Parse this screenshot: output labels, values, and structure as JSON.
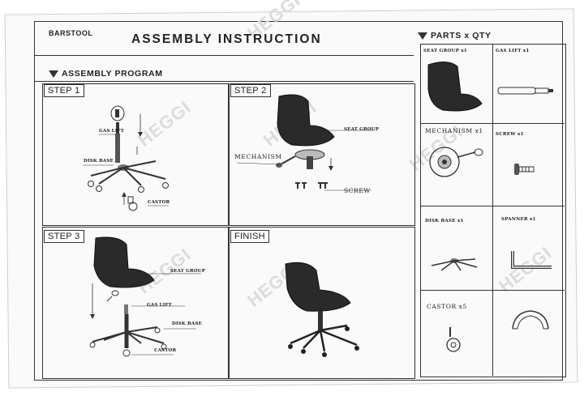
{
  "header": {
    "product": "BARSTOOL",
    "title": "ASSEMBLY INSTRUCTION"
  },
  "program": {
    "heading": "ASSEMBLY PROGRAM",
    "steps": [
      {
        "tag": "STEP 1",
        "labels": {
          "gas_lift": "GAS LIFT",
          "disk_base": "DISK BASE",
          "castor": "CASTOR"
        }
      },
      {
        "tag": "STEP 2",
        "labels": {
          "seat_group": "SEAT GROUP",
          "mechanism": "MECHANISM",
          "screw": "SCREW"
        }
      },
      {
        "tag": "STEP 3",
        "labels": {
          "seat_group": "SEAT GROUP",
          "gas_lift": "GAS LIFT",
          "disk_base": "DISK BASE",
          "castor": "CASTOR"
        }
      },
      {
        "tag": "FINISH"
      }
    ]
  },
  "parts": {
    "heading": "PARTS x QTY",
    "items": [
      {
        "label": "SEAT GROUP x1",
        "icon": "chair-seat-icon"
      },
      {
        "label": "GAS LIFT x1",
        "icon": "gas-lift-icon"
      },
      {
        "label": "MECHANISM x1",
        "icon": "mechanism-icon"
      },
      {
        "label": "SCREW x1",
        "icon": "screw-icon"
      },
      {
        "label": "DISK BASE x1",
        "icon": "disk-base-icon"
      },
      {
        "label": "SPANNER x1",
        "icon": "spanner-icon"
      },
      {
        "label": "CASTOR x5",
        "icon": "castor-icon"
      },
      {
        "label": "",
        "icon": "foot-ring-icon"
      }
    ]
  },
  "watermark": "HEGGI"
}
